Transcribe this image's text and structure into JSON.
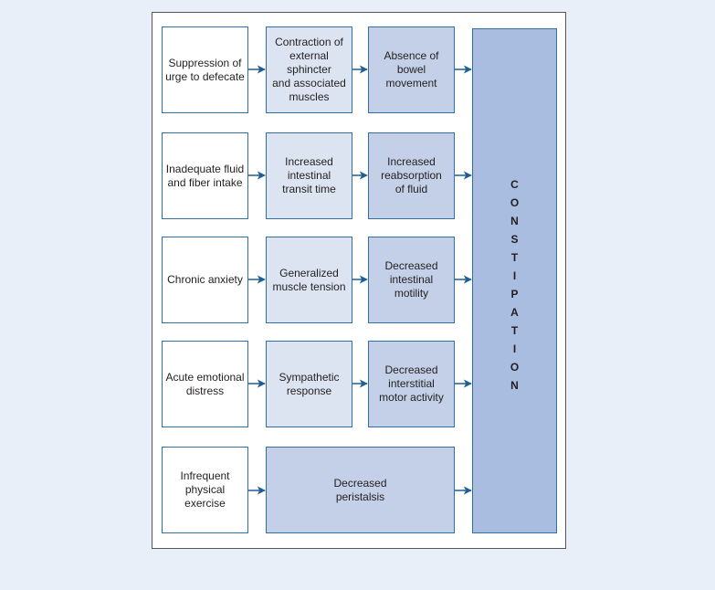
{
  "diagram": {
    "result_label": "CONSTIPATION",
    "rows": [
      {
        "cause": "Suppression of\nurge to defecate",
        "mechanism": "Contraction of\nexternal sphincter\nand associated\nmuscles",
        "effect": "Absence of\nbowel movement"
      },
      {
        "cause": "Inadequate fluid\nand fiber intake",
        "mechanism": "Increased\nintestinal\ntransit time",
        "effect": "Increased\nreabsorption\nof fluid"
      },
      {
        "cause": "Chronic anxiety",
        "mechanism": "Generalized\nmuscle tension",
        "effect": "Decreased\nintestinal motility"
      },
      {
        "cause": "Acute emotional\ndistress",
        "mechanism": "Sympathetic\nresponse",
        "effect": "Decreased\ninterstitial\nmotor activity"
      },
      {
        "cause": "Infrequent\nphysical exercise",
        "effect_wide": "Decreased\nperistalsis"
      }
    ]
  },
  "colors": {
    "background": "#e8eff8",
    "border": "#2e6fa6",
    "mechanism_fill": "#dde4f1",
    "effect_fill": "#c3d0e7",
    "result_fill": "#a9bde0",
    "arrow": "#1f5f96"
  }
}
